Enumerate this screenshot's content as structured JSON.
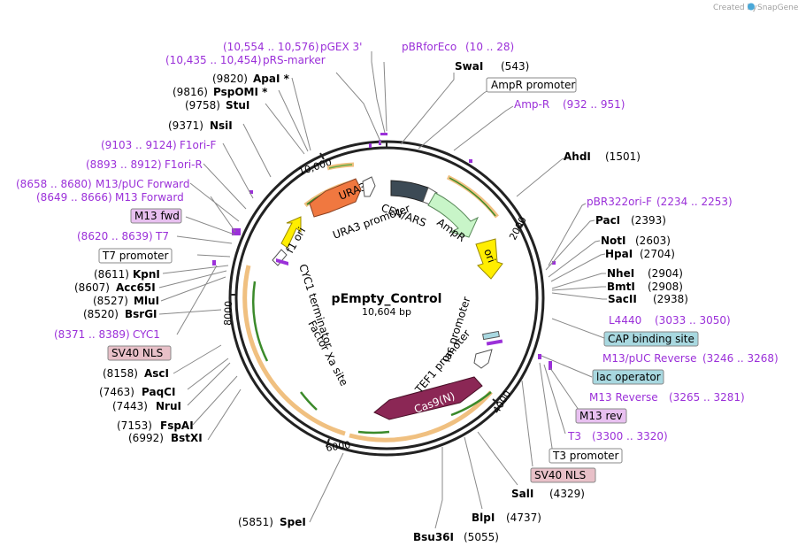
{
  "credit": {
    "prefix": "Created by",
    "brand": "SnapGene"
  },
  "plasmid": {
    "name": "pEmpty_Control",
    "length": "10,604 bp"
  },
  "ticks": [
    "2000",
    "4000",
    "6000",
    "8000",
    "10,000"
  ],
  "enzymes": [
    {
      "name": "SwaI",
      "pos": "(543)"
    },
    {
      "name": "AhdI",
      "pos": "(1501)"
    },
    {
      "name": "PacI",
      "pos": "(2393)"
    },
    {
      "name": "NotI",
      "pos": "(2603)"
    },
    {
      "name": "HpaI",
      "pos": "(2704)"
    },
    {
      "name": "NheI",
      "pos": "(2904)"
    },
    {
      "name": "BmtI",
      "pos": "(2908)"
    },
    {
      "name": "SacII",
      "pos": "(2938)"
    },
    {
      "name": "SalI",
      "pos": "(4329)"
    },
    {
      "name": "BlpI",
      "pos": "(4737)"
    },
    {
      "name": "Bsu36I",
      "pos": "(5055)"
    },
    {
      "name": "SpeI",
      "pos": "(5851)"
    },
    {
      "name": "BstXI",
      "pos": "(6992)"
    },
    {
      "name": "FspAI",
      "pos": "(7153)"
    },
    {
      "name": "NruI",
      "pos": "(7443)"
    },
    {
      "name": "PaqCI",
      "pos": "(7463)"
    },
    {
      "name": "AscI",
      "pos": "(8158)"
    },
    {
      "name": "BsrGI",
      "pos": "(8520)"
    },
    {
      "name": "MluI",
      "pos": "(8527)"
    },
    {
      "name": "Acc65I",
      "pos": "(8607)"
    },
    {
      "name": "KpnI",
      "pos": "(8611)"
    },
    {
      "name": "NsiI",
      "pos": "(9371)"
    },
    {
      "name": "StuI",
      "pos": "(9758)"
    },
    {
      "name": "PspOMI *",
      "pos": "(9816)"
    },
    {
      "name": "ApaI *",
      "pos": "(9820)"
    }
  ],
  "primers": [
    {
      "name": "pGEX 3'",
      "range": "(10,554 .. 10,576)"
    },
    {
      "name": "pBRforEco",
      "range": "(10 .. 28)"
    },
    {
      "name": "pRS-marker",
      "range": "(10,435 .. 10,454)"
    },
    {
      "name": "Amp-R",
      "range": "(932 .. 951)"
    },
    {
      "name": "F1ori-F",
      "range": "(9103 .. 9124)"
    },
    {
      "name": "F1ori-R",
      "range": "(8893 .. 8912)"
    },
    {
      "name": "M13/pUC Forward",
      "range": "(8658 .. 8680)"
    },
    {
      "name": "M13 Forward",
      "range": "(8649 .. 8666)"
    },
    {
      "name": "T7",
      "range": "(8620 .. 8639)"
    },
    {
      "name": "CYC1",
      "range": "(8371 .. 8389)"
    },
    {
      "name": "pBR322ori-F",
      "range": "(2234 .. 2253)"
    },
    {
      "name": "L4440",
      "range": "(3033 .. 3050)"
    },
    {
      "name": "M13/pUC Reverse",
      "range": "(3246 .. 3268)"
    },
    {
      "name": "M13 Reverse",
      "range": "(3265 .. 3281)"
    },
    {
      "name": "T3",
      "range": "(3300 .. 3320)"
    }
  ],
  "boxes": {
    "ampr_promoter": "AmpR promoter",
    "m13_fwd": "M13 fwd",
    "t7_promoter": "T7 promoter",
    "sv40_nls_left": "SV40 NLS",
    "cap_binding": "CAP binding site",
    "lac_operator": "lac operator",
    "m13_rev": "M13 rev",
    "t3_promoter": "T3 promoter",
    "sv40_nls_right": "SV40 NLS"
  },
  "features": {
    "ura3": "URA3",
    "cen_ars": "CEN/ARS",
    "ampr": "AmpR",
    "ori": "ori",
    "ura3_promoter": "URA3 promoter",
    "f1_ori": "f1 ori",
    "cyc1_terminator": "CYC1 terminator",
    "factor_xa": "Factor Xa site",
    "lac_promoter": "lac promoter",
    "tef1_promoter": "TEF1 promoter",
    "cas9": "Cas9(N)"
  },
  "colors": {
    "primer": "#9b30d9",
    "ura3": "#f07840",
    "ampr": "#c8f5c8",
    "ori": "#ffee00",
    "f1ori": "#ffee00",
    "cas9": "#8b2755",
    "cen_ars": "#3c4a55",
    "orf_arc": "#f0c080",
    "m13_box": "#e8c0f0",
    "cap_box": "#a8d8e0",
    "sv40_box": "#e8c0c8"
  }
}
